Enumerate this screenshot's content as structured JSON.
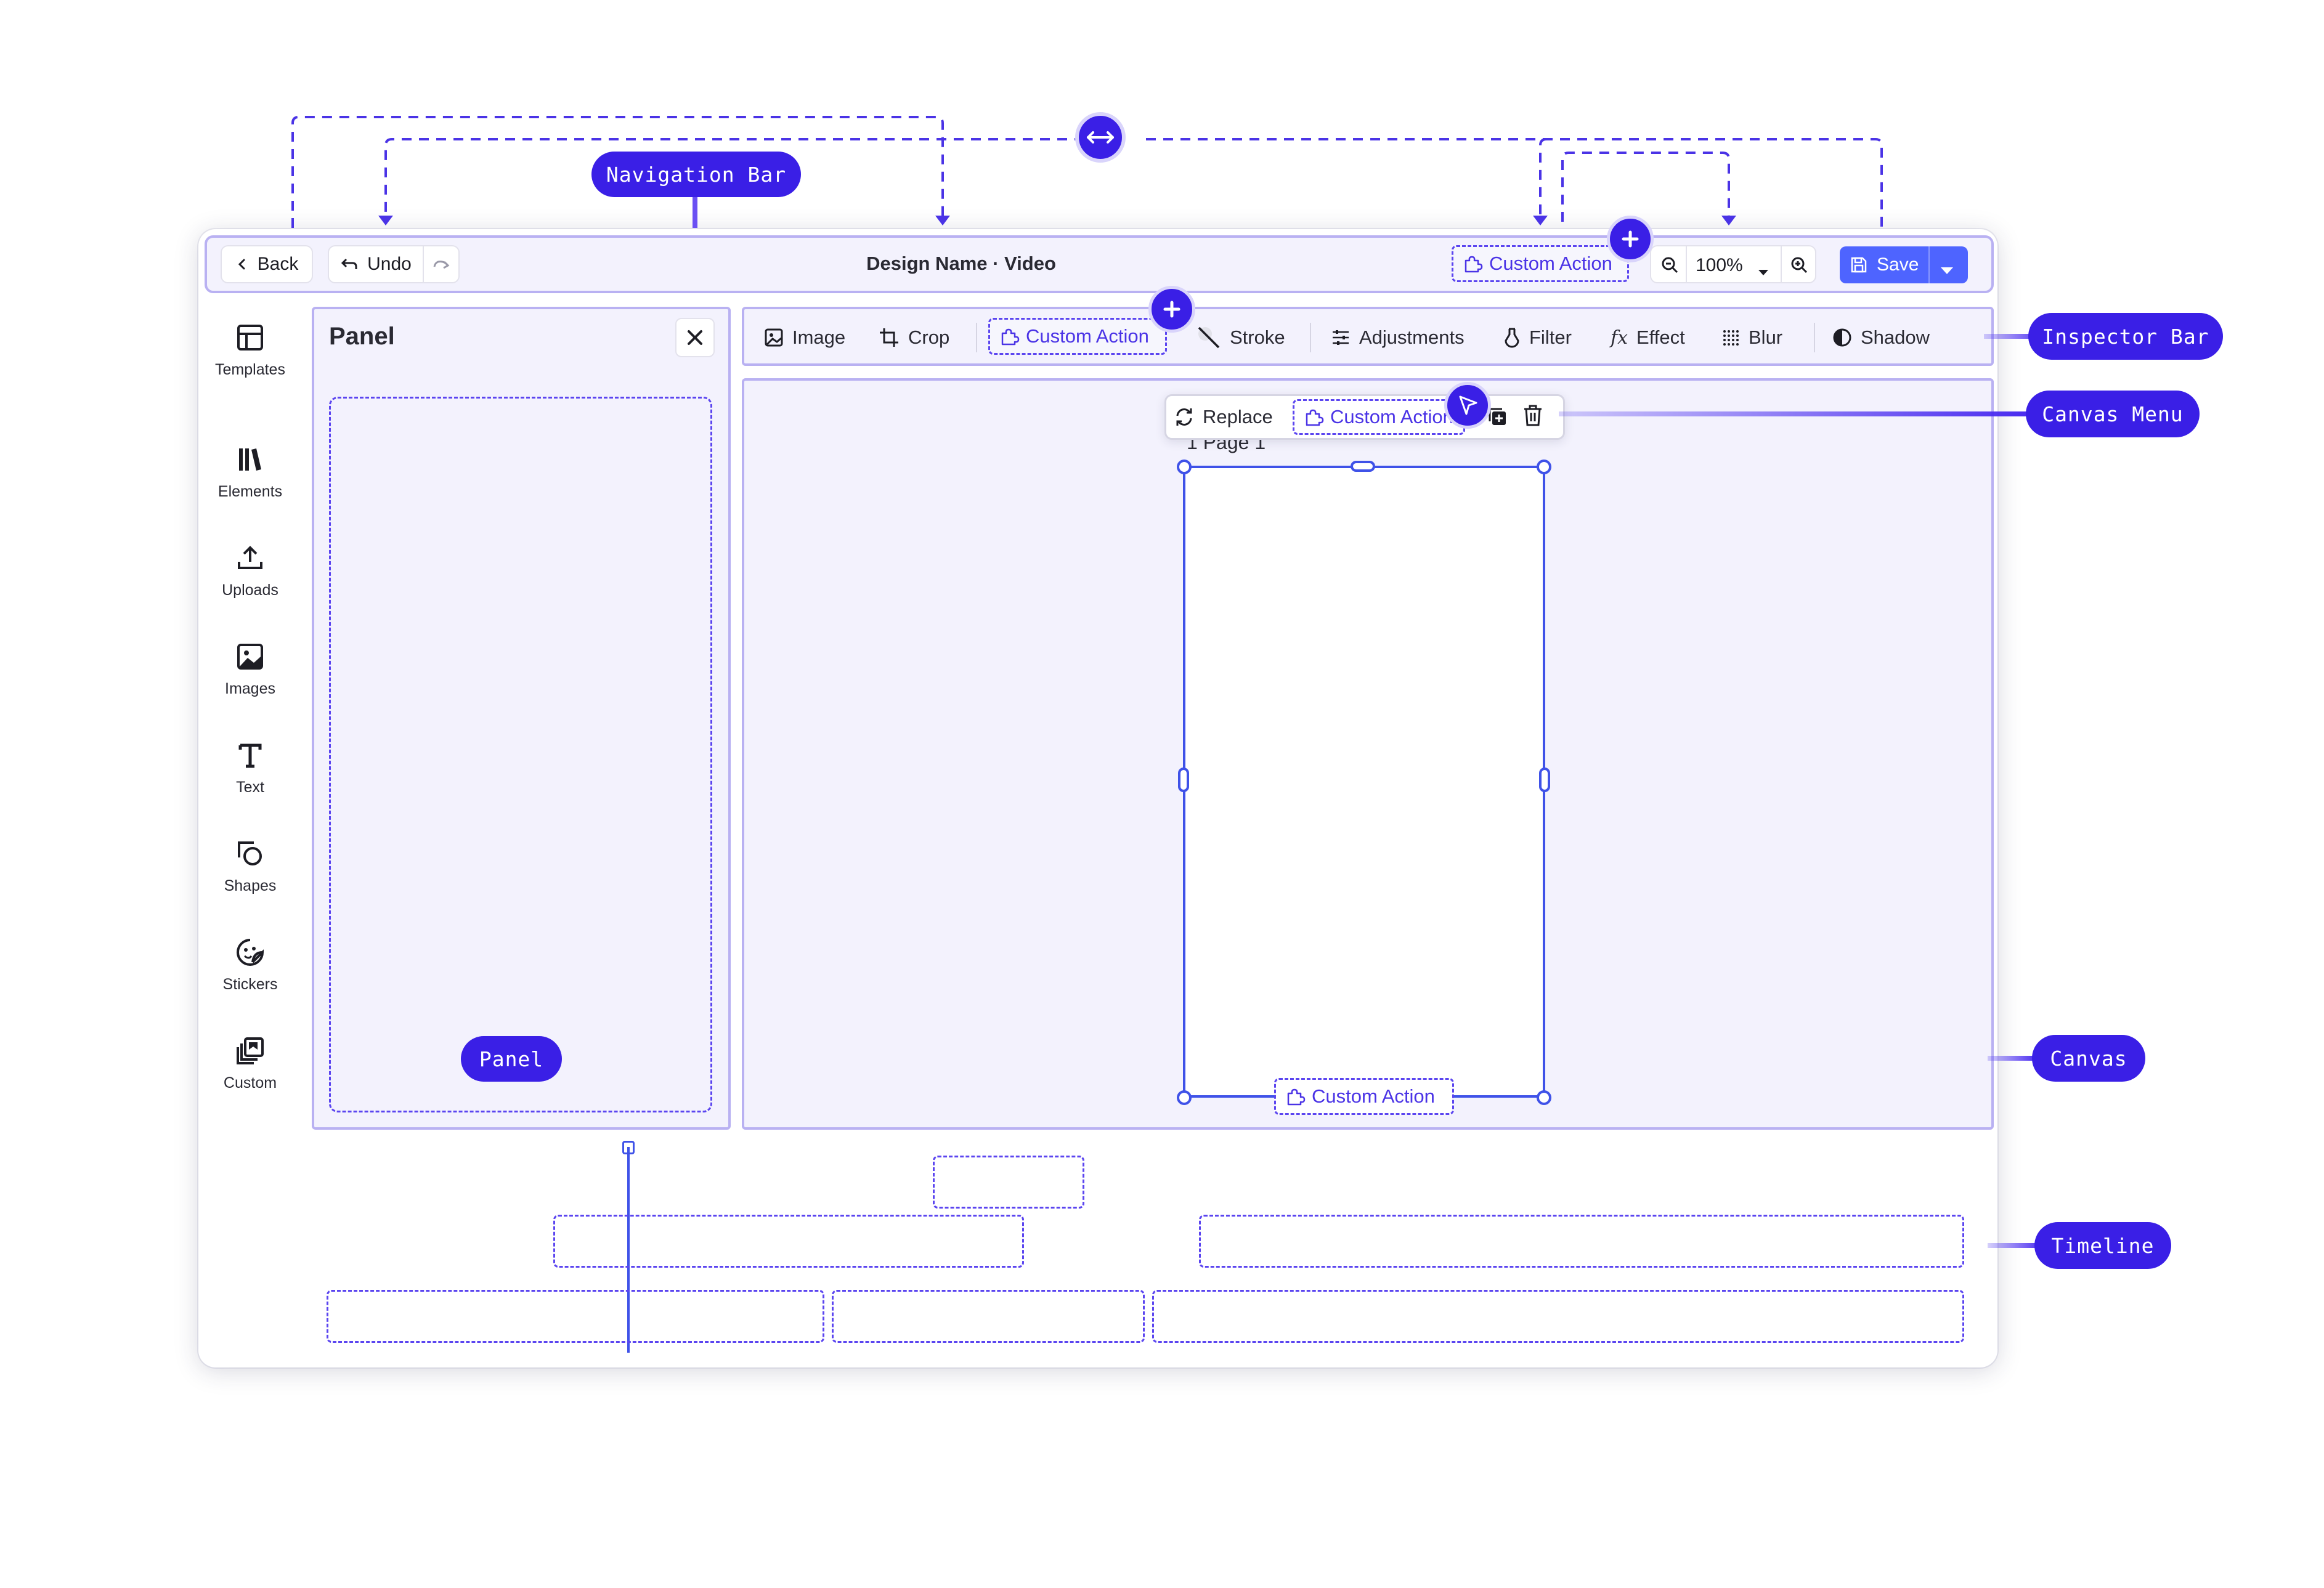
{
  "navbar": {
    "back_label": "Back",
    "undo_label": "Undo",
    "title": "Design Name · Video",
    "custom_action_label": "Custom Action",
    "zoom_value": "100%",
    "save_label": "Save"
  },
  "sidebar": {
    "items": [
      {
        "label": "Templates",
        "icon": "layout-template-icon"
      },
      {
        "label": "Elements",
        "icon": "elements-library-icon"
      },
      {
        "label": "Uploads",
        "icon": "upload-icon"
      },
      {
        "label": "Images",
        "icon": "image-icon"
      },
      {
        "label": "Text",
        "icon": "text-icon"
      },
      {
        "label": "Shapes",
        "icon": "shapes-icon"
      },
      {
        "label": "Stickers",
        "icon": "sticker-icon"
      },
      {
        "label": "Custom",
        "icon": "custom-library-icon"
      }
    ]
  },
  "panel": {
    "title": "Panel",
    "pill_label": "Panel"
  },
  "inspector": {
    "items": {
      "image": "Image",
      "crop": "Crop",
      "custom_action": "Custom Action",
      "stroke": "Stroke",
      "adjustments": "Adjustments",
      "filter": "Filter",
      "effect": "Effect",
      "blur": "Blur",
      "shadow": "Shadow"
    }
  },
  "canvas_menu": {
    "replace_label": "Replace",
    "custom_action_label": "Custom Action"
  },
  "canvas": {
    "page_label": "1 Page 1",
    "bottom_custom_action": "Custom Action"
  },
  "callouts": {
    "navigation_bar": "Navigation Bar",
    "inspector_bar": "Inspector Bar",
    "canvas_menu": "Canvas Menu",
    "canvas": "Canvas",
    "timeline": "Timeline"
  },
  "colors": {
    "accent": "#3a1fe6",
    "dashed": "#5b45f0",
    "selection": "#3f52e8",
    "save_button": "#4e64ff",
    "bar_fill": "#f3f2fd",
    "bar_border": "#b9b1f2"
  }
}
